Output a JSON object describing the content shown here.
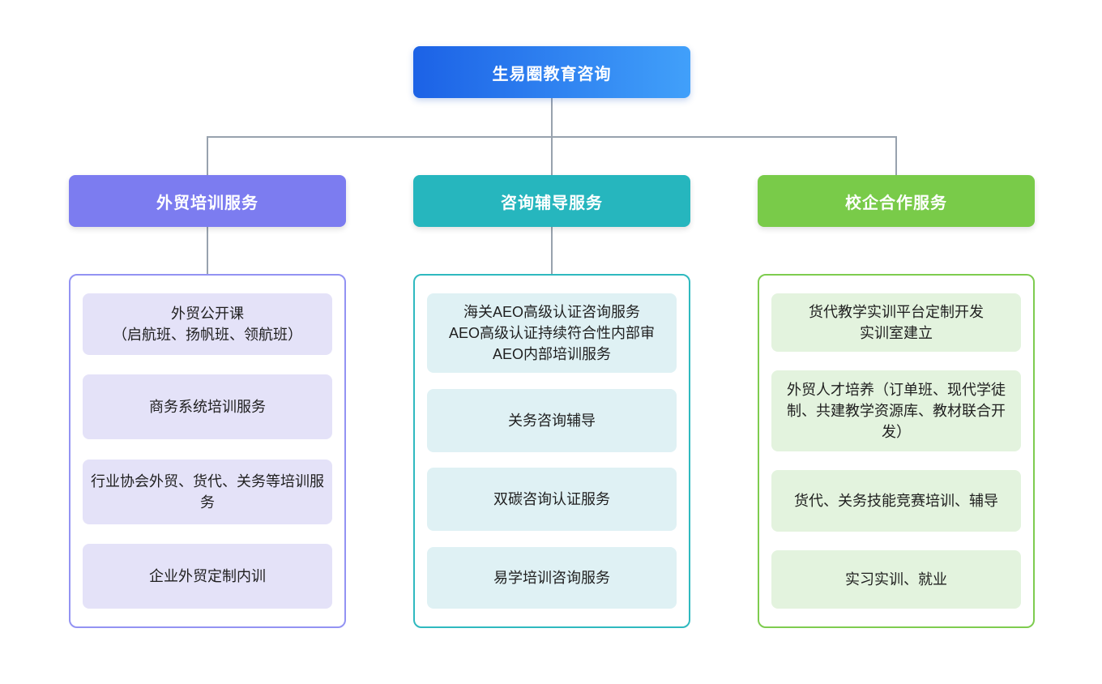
{
  "root": {
    "label": "生易圈教育咨询"
  },
  "colors": {
    "root_gradient_from": "#1C62E6",
    "root_gradient_to": "#41A0FA",
    "connector_line": "#98A2AE",
    "branch1_header": "#7C7CF0",
    "branch1_border": "#9393F3",
    "branch1_item_bg": "#E4E2F8",
    "branch2_header": "#26B6BE",
    "branch2_border": "#2FB9BF",
    "branch2_item_bg": "#DFF1F4",
    "branch3_header": "#79CB49",
    "branch3_border": "#7ECC4F",
    "branch3_item_bg": "#E3F3DE"
  },
  "branches": [
    {
      "label": "外贸培训服务",
      "items": [
        "外贸公开课\n（启航班、扬帆班、领航班）",
        "商务系统培训服务",
        "行业协会外贸、货代、关务等培训服务",
        "企业外贸定制内训"
      ]
    },
    {
      "label": "咨询辅导服务",
      "items": [
        "海关AEO高级认证咨询服务\nAEO高级认证持续符合性内部审\nAEO内部培训服务",
        "关务咨询辅导",
        "双碳咨询认证服务",
        "易学培训咨询服务"
      ]
    },
    {
      "label": "校企合作服务",
      "items": [
        "货代教学实训平台定制开发\n实训室建立",
        "外贸人才培养（订单班、现代学徒制、共建教学资源库、教材联合开发）",
        "货代、关务技能竞赛培训、辅导",
        "实习实训、就业"
      ]
    }
  ]
}
